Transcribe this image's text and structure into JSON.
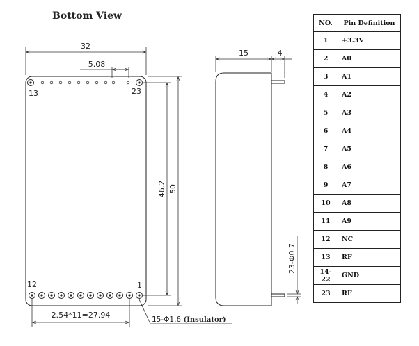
{
  "title": "Bottom View",
  "dimensions": {
    "width": "32",
    "pitch": "5.08",
    "pin_span_vertical": "46.2",
    "height": "50",
    "depth": "15",
    "pin_length": "4",
    "pin_diameter": "23-Φ0.7",
    "bottom_span": "2.54*11=27.94"
  },
  "pin_labels": {
    "top_left": "13",
    "top_right": "23",
    "bottom_left": "12",
    "bottom_right": "1"
  },
  "callout": {
    "text": "15-Φ1.6",
    "note": "(Insulator)"
  },
  "table": {
    "headers": [
      "NO.",
      "Pin Definition"
    ],
    "rows": [
      [
        "1",
        "+3.3V"
      ],
      [
        "2",
        "A0"
      ],
      [
        "3",
        "A1"
      ],
      [
        "4",
        "A2"
      ],
      [
        "5",
        "A3"
      ],
      [
        "6",
        "A4"
      ],
      [
        "7",
        "A5"
      ],
      [
        "8",
        "A6"
      ],
      [
        "9",
        "A7"
      ],
      [
        "10",
        "A8"
      ],
      [
        "11",
        "A9"
      ],
      [
        "12",
        "NC"
      ],
      [
        "13",
        "RF"
      ],
      [
        "14-22",
        "GND"
      ],
      [
        "23",
        "RF"
      ]
    ]
  }
}
